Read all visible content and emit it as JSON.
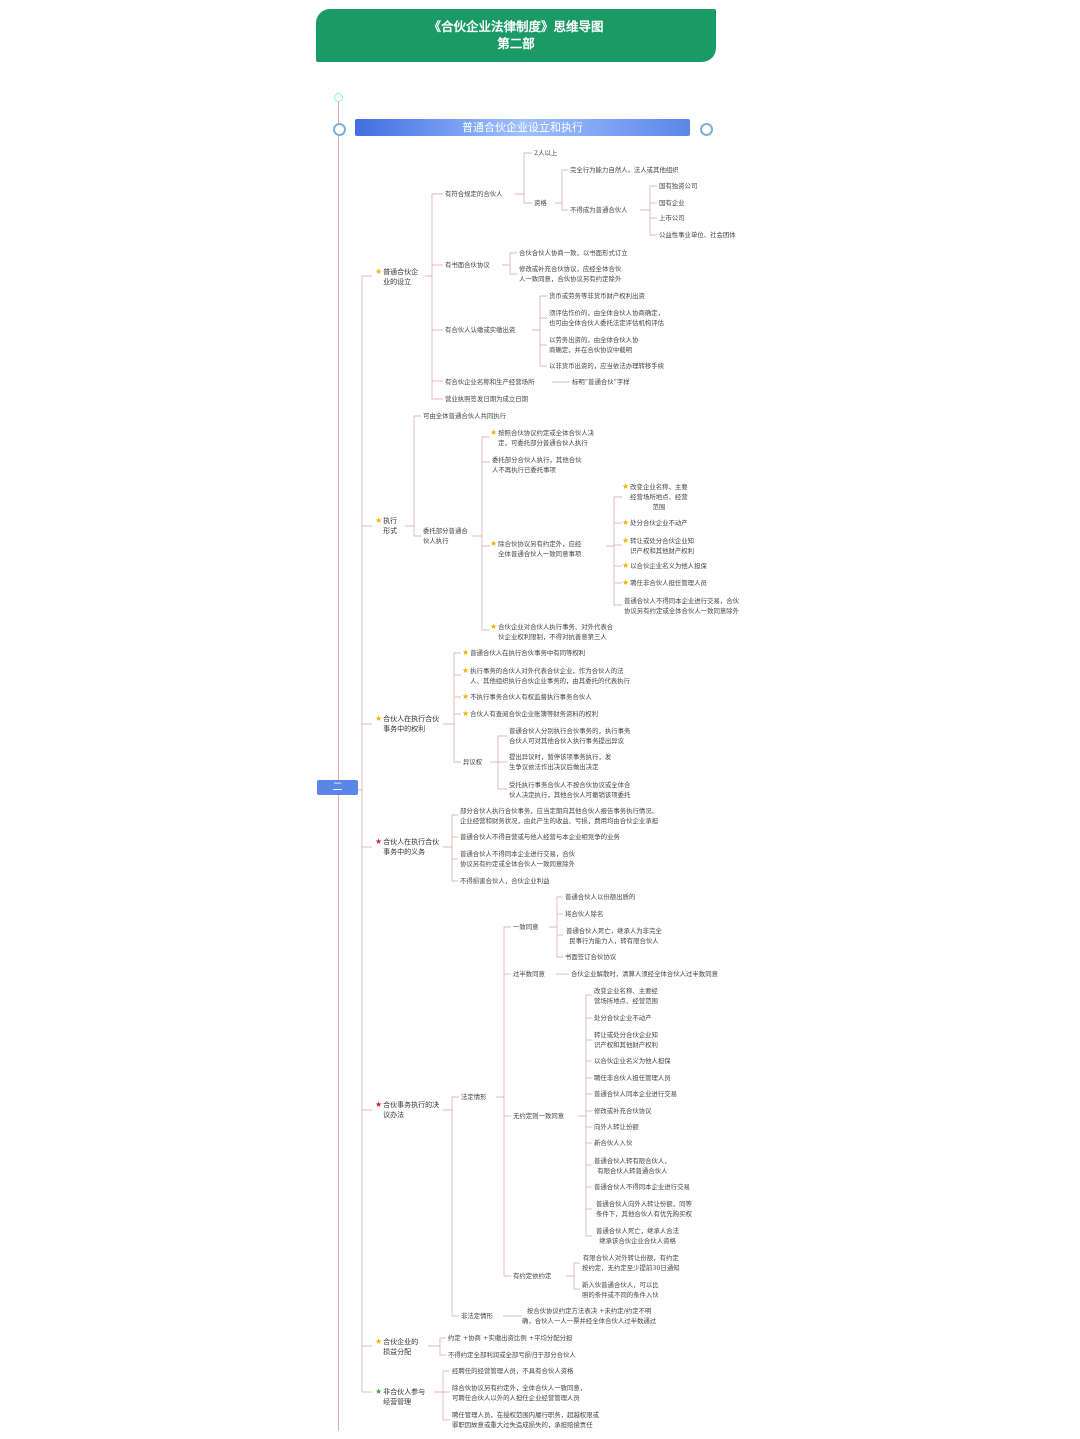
{
  "header": {
    "title": "《合伙企业法律制度》思维导图",
    "subtitle": "第二部"
  },
  "section": "普通合伙企业设立和执行",
  "root": "二",
  "branches": {
    "b1": "普通合伙企业的设立",
    "b2": "执行形式",
    "b3": "合伙人在执行合伙事务中的权利",
    "b4": "合伙人在执行合伙事务中的义务",
    "b5": "合伙事务执行的决议办法",
    "b6": "合伙企业的损益分配",
    "b7": "非合伙人参与经营管理"
  },
  "s1": {
    "partners": "有符合规定的合伙人",
    "p2": "2人以上",
    "qual": "资格",
    "q1": "完全行为能力自然人，法人或其他组织",
    "q2": "不得成为普通合伙人",
    "q2a": "国有独资公司",
    "q2b": "国有企业",
    "q2c": "上市公司",
    "q2d": "公益性事业单位、社会团体",
    "agreement": "有书面合伙协议",
    "a1": "合伙合伙人协商一致，以书面形式订立",
    "a2_1": "修改或补充合伙协议，应经全体合伙",
    "a2_2": "人一致同意，合伙协议另有约定除外",
    "capital": "有合伙人认缴或实缴出资",
    "c1": "货币或劳务等非货币财产权利出资",
    "c2_1": "须评估作价的，由全体合伙人协商确定，",
    "c2_2": "也可由全体合伙人委托法定评估机构评估",
    "c3_1": "以劳务出资的，由全体合伙人协",
    "c3_2": "商确定，并在合伙协议中载明",
    "c4": "以非货币出资的，应当依法办理转移手续",
    "name": "有合伙企业名称和生产经营场所",
    "name_note": "标明“普通合伙”字样",
    "license": "营业执照签发日期为成立日期"
  },
  "s2": {
    "joint": "可由全体普通合伙人共同执行",
    "delegate": "委托部分普通合伙人执行",
    "d1_1": "按照合伙协议约定或全体合伙人决",
    "d1_2": "定，可委托部分普通合伙人执行",
    "d2_1": "委托部分合伙人执行，其他合伙",
    "d2_2": "人不再执行已委托事项",
    "d3_1": "除合伙协议另有约定外，应经",
    "d3_2": "全体普通合伙人一致同意事项",
    "e1_1": "改变企业名称、主要",
    "e1_2": "经营场所地点、经营",
    "e1_3": "范围",
    "e2": "处分合伙企业不动产",
    "e3_1": "转让或处分合伙企业知",
    "e3_2": "识产权和其他财产权利",
    "e4": "以合伙企业名义为他人担保",
    "e5": "聘任非合伙人担任管理人员",
    "e6_1": "普通合伙人不得同本企业进行交易，合伙",
    "e6_2": "协议另有约定或全体合伙人一致同意除外",
    "d4_1": "合伙企业对合伙人执行事务、对外代表合",
    "d4_2": "伙企业权利限制，不得对抗善意第三人"
  },
  "s3": {
    "r1": "普通合伙人在执行合伙事务中有同等权利",
    "r2_1": "执行事务的合伙人对外代表合伙企业，作为合伙人的法",
    "r2_2": "人、其他组织执行合伙企业事务的，由其委托的代表执行",
    "r3": "不执行事务合伙人有权监督执行事务合伙人",
    "r4": "合伙人有查阅合伙企业账簿等财务资料的权利",
    "obj": "异议权",
    "o1_1": "普通合伙人分别执行合伙事务的，执行事务",
    "o1_2": "合伙人可对其他合伙人执行事务提出异议",
    "o2_1": "提出异议时，暂停该项事务执行，发",
    "o2_2": "生争议依法作出决议后做出决定",
    "o3_1": "受托执行事务合伙人不按合伙协议或全体合",
    "o3_2": "伙人决定执行，其他合伙人可撤销该项委托"
  },
  "s4": {
    "u1_1": "部分合伙人执行合伙事务，应当定期向其他合伙人报告事务执行情况、",
    "u1_2": "企业经营和财务状况，由此产生的收益、亏损，费用均由合伙企业承担",
    "u2": "普通合伙人不得自营或与他人经营与本企业相竞争的业务",
    "u3_1": "普通合伙人不得同本企业进行交易，合伙",
    "u3_2": "协议另有约定或全体合伙人一致同意除外",
    "u4": "不得损害合伙人，合伙企业利益"
  },
  "s5": {
    "legal": "法定情形",
    "unanimous": "一致同意",
    "un1": "普通合伙人以份额出质的",
    "un2": "将合伙人除名",
    "un3_1": "普通合伙人死亡，继承人为非完全",
    "un3_2": "民事行为能力人，转有限合伙人",
    "un4": "书面签订合伙协议",
    "majority": "过半数同意",
    "maj1": "合伙企业解散时，清算人须经全体合伙人过半数同意",
    "noagree": "无约定则一致同意",
    "na1_1": "改变企业名称、主要经",
    "na1_2": "营场所地点、经营范围",
    "na2": "处分合伙企业不动产",
    "na3_1": "转让或处分合伙企业知",
    "na3_2": "识产权和其他财产权利",
    "na4": "以合伙企业名义为他人担保",
    "na5": "聘任非合伙人担任管理人员",
    "na6": "普通合伙人同本企业进行交易",
    "na7": "修改或补充合伙协议",
    "na8": "向外人转让份额",
    "na9": "新合伙人入伙",
    "na10_1": "普通合伙人转有限合伙人，",
    "na10_2": "有限合伙人转普通合伙人",
    "na11": "普通合伙人不得同本企业进行交易",
    "na12_1": "普通合伙人向外人转让份额，同等",
    "na12_2": "条件下，其他合伙人有优先购买权",
    "na13_1": "普通合伙人死亡，继承人合法",
    "na13_2": "继承该合伙企业合伙人资格",
    "agreed": "有约定依约定",
    "ag1_1": "有限合伙人对外转让份额，有约定",
    "ag1_2": "按约定，无约定至少提前30日通知",
    "ag2_1": "新入伙普通合伙人，可以比",
    "ag2_2": "照的条件或不同的条件入伙",
    "nonlegal": "非法定情形",
    "nl1_1": "按合伙协议约定方法表决 +未约定/约定不明",
    "nl1_2": "确，合伙人一人一票并经全体合伙人过半数通过"
  },
  "s6": {
    "pl1": "约定 +协商 +实缴出资比例 +平均分配分担",
    "pl2": "不得约定全部利润或全部亏损归于部分合伙人"
  },
  "s7": {
    "m1": "经聘任的经营管理人员，不具有合伙人资格",
    "m2_1": "除合伙协议另有约定外，全体合伙人一致同意，",
    "m2_2": "可聘任合伙人以外的人担任企业经营管理人员",
    "m3_1": "聘任管理人员，在授权范围内履行职务，超越权限或",
    "m3_2": "罪职因故意或重大过失造成损失的，承担赔偿责任"
  },
  "colors": {
    "header": "#1a9a64",
    "section": "#5b86e8",
    "spine": "#e8a9a9",
    "star": "#f2b300",
    "red_star": "#d0262b",
    "green_star": "#3ea63e"
  }
}
